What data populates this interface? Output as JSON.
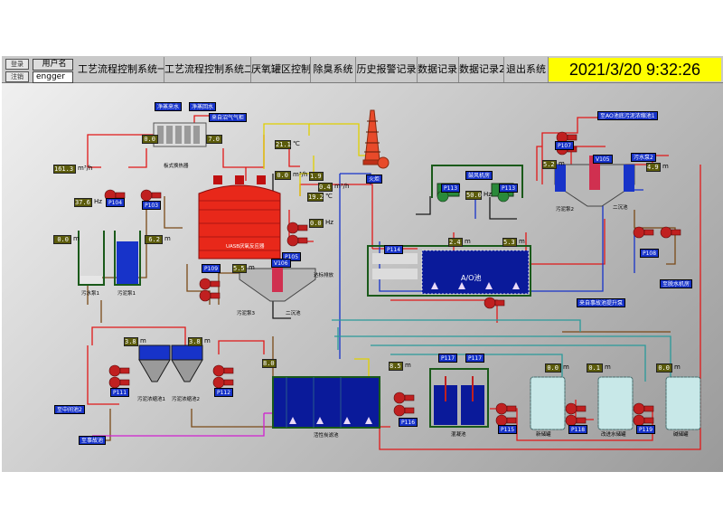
{
  "login": {
    "login_btn": "登录",
    "logout_btn": "注销",
    "user_label": "用户名",
    "username": "engger"
  },
  "nav": [
    {
      "label": "工艺流程控制系统一"
    },
    {
      "label": "工艺流程控制系统二"
    },
    {
      "label": "厌氧罐区控制"
    },
    {
      "label": "除臭系统"
    },
    {
      "label": "历史报警记录"
    },
    {
      "label": "数据记录1"
    },
    {
      "label": "数据记录2"
    },
    {
      "label": "退出系统"
    }
  ],
  "clock": "2021/3/20 9:32:26",
  "tags": {
    "clean_water_in": "净蒸来水",
    "clean_water_out": "净蒸回水",
    "plate_exchanger": "板式换热器",
    "biogas_from": "来自沼气气柜",
    "torch": "火炬",
    "blower_room": "鼓风机房",
    "to_ao_sludge": "至AO池底污泥浓缩池1",
    "uasb": "UASB厌氧反应器",
    "p104": "P104",
    "p103": "P103",
    "p105": "P105",
    "p109": "P109",
    "p113a": "P113",
    "p113b": "P113",
    "p114": "P114",
    "p107": "P107",
    "v105": "V105",
    "v106": "V106",
    "p108": "P108",
    "sewage_pump": "污水泵1",
    "sludge_pump": "污泥泵1",
    "sewage_pump3": "污泥泵3",
    "sludge_pump2": "污泥泵2",
    "wastewater_tank2": "污水泵2",
    "secondary_clarifier": "二沉池",
    "secondary_clarifier2": "二沉池",
    "ao_tank": "A/O池",
    "from_accident": "来自事故池提升泵",
    "to_dewater": "至脱水机房",
    "p111": "P111",
    "p112": "P112",
    "p115": "P115",
    "p116": "P116",
    "p117a": "P117",
    "p117b": "P117",
    "p118": "P118",
    "p119": "P119",
    "sludge_thick1": "污泥浓缩池1",
    "sludge_thick2": "污泥浓缩池2",
    "to_mid_tank": "至中间池2",
    "to_accident": "至事故池",
    "bio_filter": "活性炭滤池",
    "coagulation": "混凝池",
    "new_tank": "新储罐",
    "acid_tank": "改进水储罐",
    "alkali_tank": "碱储罐",
    "discharge": "达标排放"
  },
  "values": {
    "v_clean": "0.0",
    "v_hx": "7.0",
    "v_flow1": "161.3",
    "v_hz1": "37.6",
    "v_lvl1": "0.0",
    "v_lvl2": "6.2",
    "v_temp1": "21.1",
    "v_flow2": "0.0",
    "v_19": "1.9",
    "v_flow3": "0.4",
    "v_temp2": "19.2",
    "v_hz2": "0.0",
    "v_55": "5.5",
    "v_hz3": "50.0",
    "v_24": "2.4",
    "v_53": "5.3",
    "v_52": "5.2",
    "v_49": "4.9",
    "v_38a": "3.8",
    "v_38b": "3.8",
    "v_80": "8.0",
    "v_85": "8.5",
    "v_tank1": "0.0",
    "v_tank2": "0.1",
    "v_tank3": "0.0"
  },
  "units": {
    "flow": "m³/h",
    "hz": "Hz",
    "m": "m",
    "c": "℃"
  },
  "colors": {
    "clock_bg": "#ffff00",
    "tag_bg": "#1733c9",
    "value_bg": "#5c5c0c"
  }
}
